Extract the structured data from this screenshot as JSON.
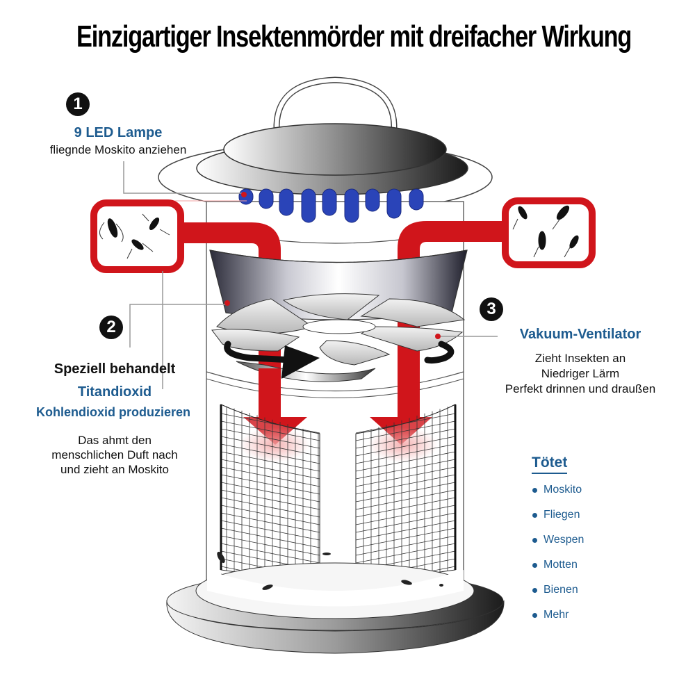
{
  "title": "Einzigartiger Insektenmörder mit dreifacher Wirkung",
  "colors": {
    "accent_blue": "#1d5b8f",
    "duct_red": "#d0151b",
    "led_blue": "#2a44b8",
    "badge_black": "#111111"
  },
  "features": [
    {
      "number": "1",
      "heading": "9 LED Lampe",
      "lines": [
        "fliegnde Moskito anziehen"
      ]
    },
    {
      "number": "2",
      "heading": "Speziell behandelt",
      "subheading_1": "Titandioxid",
      "subheading_2": "Kohlendioxid produzieren",
      "lines": [
        "Das ahmt den",
        "menschlichen Duft nach",
        "und zieht an Moskito"
      ]
    },
    {
      "number": "3",
      "heading": "Vakuum-Ventilator",
      "lines": [
        "Zieht Insekten an",
        "Niedriger Lärm",
        "Perfekt drinnen und draußen"
      ]
    }
  ],
  "kills": {
    "title": "Tötet",
    "items": [
      "Moskito",
      "Fliegen",
      "Wespen",
      "Motten",
      "Bienen",
      "Mehr"
    ]
  },
  "illustration": {
    "led_count": 9,
    "icons": [
      "handle-icon",
      "lamp-lid-icon",
      "led-icon",
      "air-duct-icon",
      "insect-icon",
      "fan-icon",
      "rotation-arrow-icon",
      "down-arrow-icon",
      "mesh-grid-icon",
      "base-icon"
    ]
  }
}
